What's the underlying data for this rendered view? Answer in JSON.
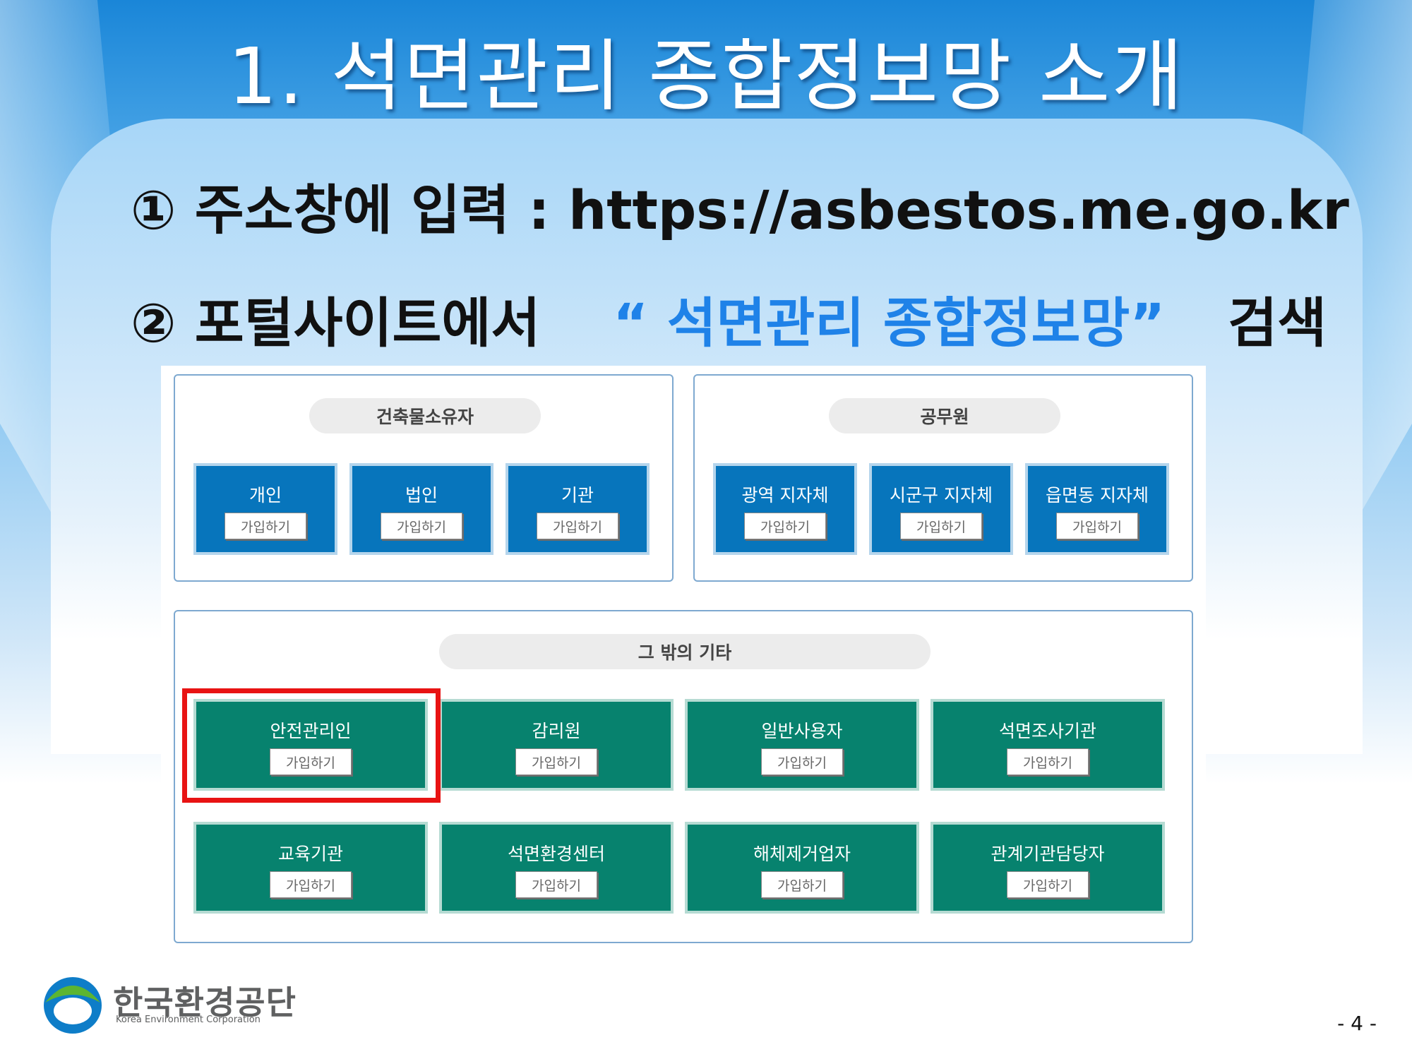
{
  "slide": {
    "title": "1. 석면관리 종합정보망 소개",
    "step1": "① 주소창에 입력 : https://asbestos.me.go.kr",
    "step2_prefix": "② 포털사이트에서",
    "step2_highlight": "“ 석면관리 종합정보망”",
    "step2_suffix": "검색",
    "highlight_color": "#1f82e8"
  },
  "signup": {
    "join_label": "가입하기",
    "owners": {
      "title": "건축물소유자",
      "cards": [
        "개인",
        "법인",
        "기관"
      ]
    },
    "officials": {
      "title": "공무원",
      "cards": [
        "광역 지자체",
        "시군구 지자체",
        "읍면동 지자체"
      ]
    },
    "others": {
      "title": "그 밖의 기타",
      "row1": [
        "안전관리인",
        "감리원",
        "일반사용자",
        "석면조사기관"
      ],
      "row2": [
        "교육기관",
        "석면환경센터",
        "해체제거업자",
        "관계기관담당자"
      ]
    },
    "highlighted_card": "안전관리인",
    "colors": {
      "blue_card": "#0775bc",
      "green_card": "#07826e",
      "highlight_box": "#e81313"
    }
  },
  "footer": {
    "brand_name": "한국환경공단",
    "brand_sub": "Korea Environment Corporation",
    "page_number": "- 4 -",
    "logo_icon": "k-eco-logo-icon"
  }
}
